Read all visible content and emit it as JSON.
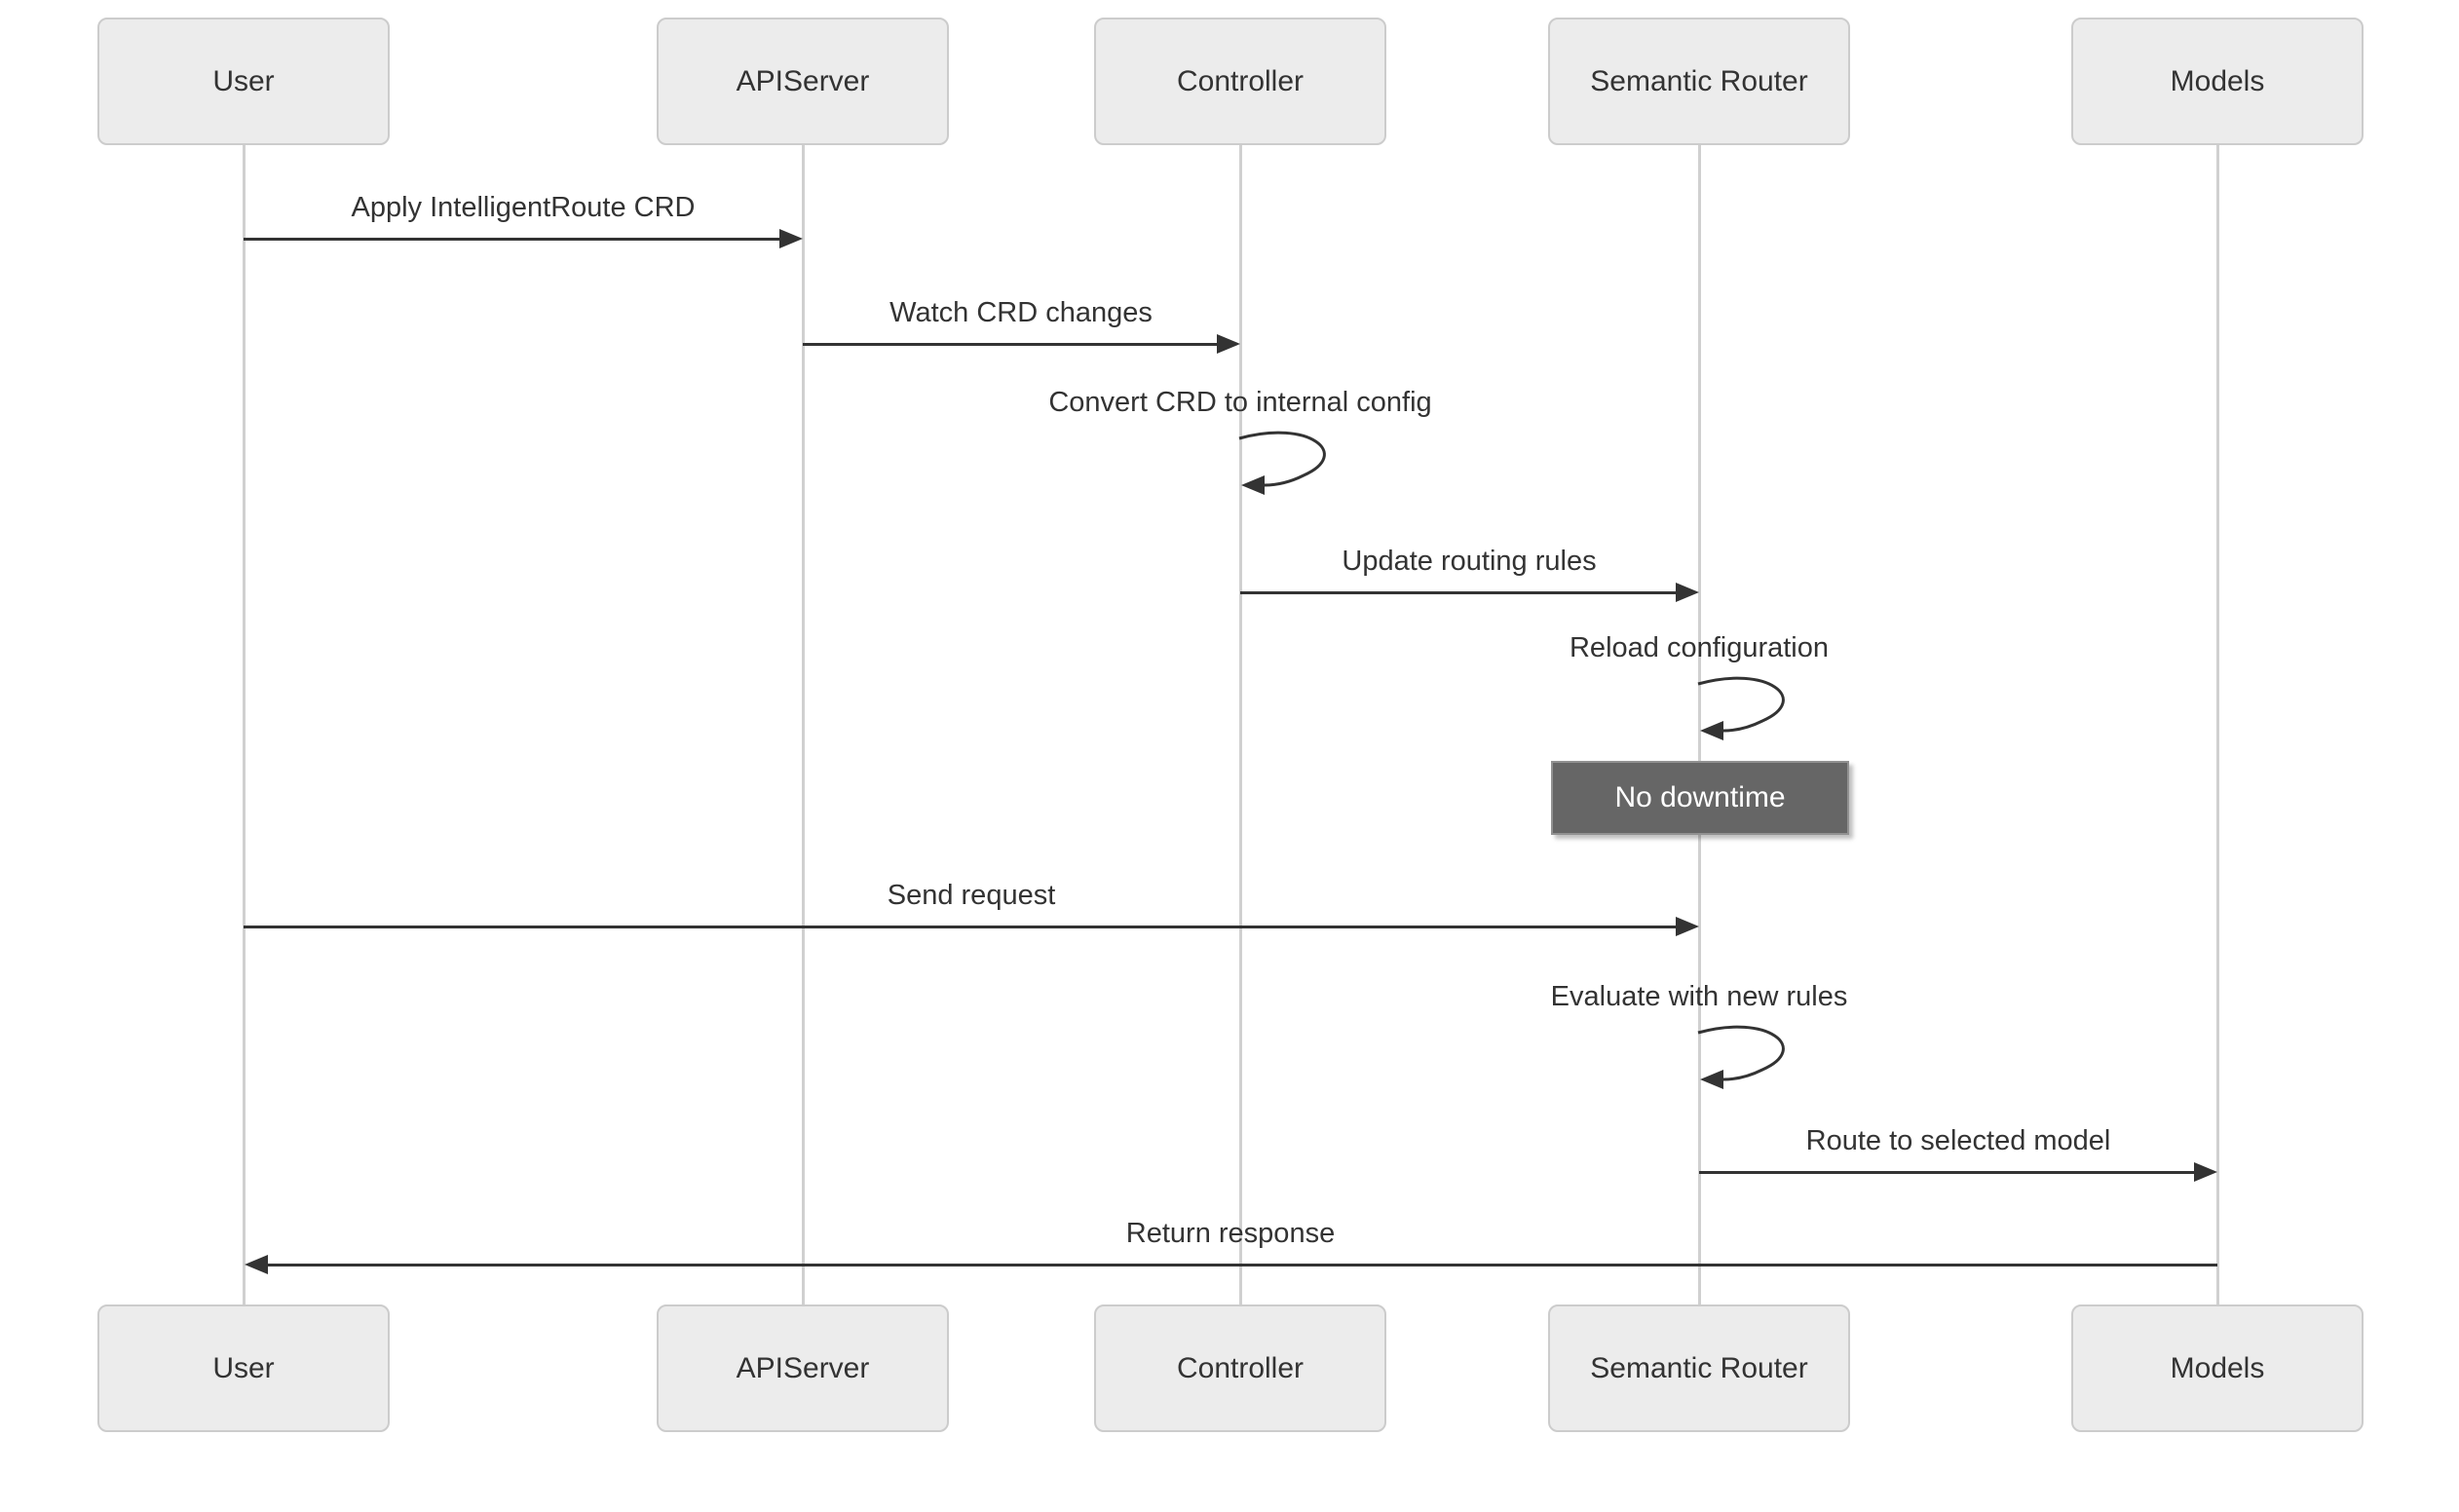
{
  "diagram": {
    "type": "sequence-diagram",
    "actors": [
      {
        "id": "user",
        "label": "User"
      },
      {
        "id": "apiserver",
        "label": "APIServer"
      },
      {
        "id": "controller",
        "label": "Controller"
      },
      {
        "id": "semantic-router",
        "label": "Semantic Router"
      },
      {
        "id": "models",
        "label": "Models"
      }
    ],
    "messages": [
      {
        "from": "User",
        "to": "APIServer",
        "label": "Apply IntelligentRoute CRD",
        "kind": "arrow"
      },
      {
        "from": "APIServer",
        "to": "Controller",
        "label": "Watch CRD changes",
        "kind": "arrow"
      },
      {
        "from": "Controller",
        "to": "Controller",
        "label": "Convert CRD to internal config",
        "kind": "self"
      },
      {
        "from": "Controller",
        "to": "Semantic Router",
        "label": "Update routing rules",
        "kind": "arrow"
      },
      {
        "from": "Semantic Router",
        "to": "Semantic Router",
        "label": "Reload configuration",
        "kind": "self"
      },
      {
        "from": "User",
        "to": "Semantic Router",
        "label": "Send request",
        "kind": "arrow"
      },
      {
        "from": "Semantic Router",
        "to": "Semantic Router",
        "label": "Evaluate with new rules",
        "kind": "self"
      },
      {
        "from": "Semantic Router",
        "to": "Models",
        "label": "Route to selected model",
        "kind": "arrow"
      },
      {
        "from": "Models",
        "to": "User",
        "label": "Return response",
        "kind": "arrow"
      }
    ],
    "note": {
      "over": "Semantic Router",
      "label": "No downtime"
    },
    "colors": {
      "background": "#ffffff",
      "actor_fill": "#ececec",
      "actor_border": "#cccccc",
      "lifeline": "#d0d0d0",
      "arrow": "#333333",
      "text": "#333333",
      "note_fill": "#666666",
      "note_border": "#919191",
      "note_text": "#ffffff"
    }
  }
}
